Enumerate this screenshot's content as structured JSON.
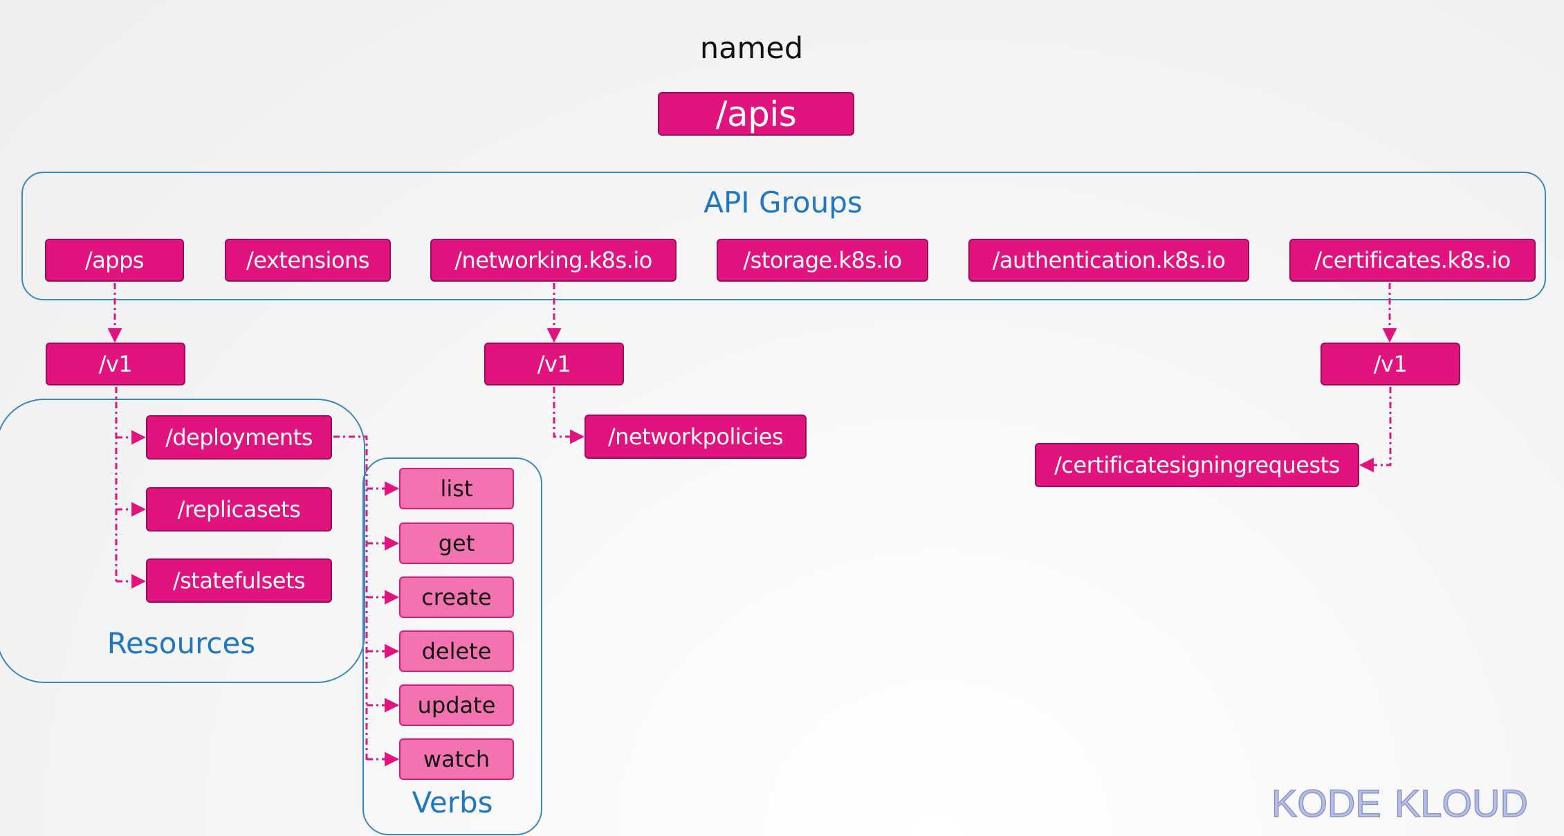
{
  "title": "named",
  "root": "/apis",
  "api_groups": {
    "label": "API Groups",
    "items": [
      "/apps",
      "/extensions",
      "/networking.k8s.io",
      "/storage.k8s.io",
      "/authentication.k8s.io",
      "/certificates.k8s.io"
    ]
  },
  "versions": {
    "apps": "/v1",
    "networking": "/v1",
    "certificates": "/v1"
  },
  "resources": {
    "label": "Resources",
    "items": [
      "/deployments",
      "/replicasets",
      "/statefulsets"
    ]
  },
  "networking_resource": "/networkpolicies",
  "certificates_resource": "/certificatesigningrequests",
  "verbs": {
    "label": "Verbs",
    "items": [
      "list",
      "get",
      "create",
      "delete",
      "update",
      "watch"
    ]
  },
  "logo": {
    "text_left": "KODE",
    "text_right": "KLOUD"
  },
  "colors": {
    "node": "#e0137f",
    "verb": "#f373b1",
    "group_border": "#3a87c2",
    "label": "#1f77c0"
  }
}
